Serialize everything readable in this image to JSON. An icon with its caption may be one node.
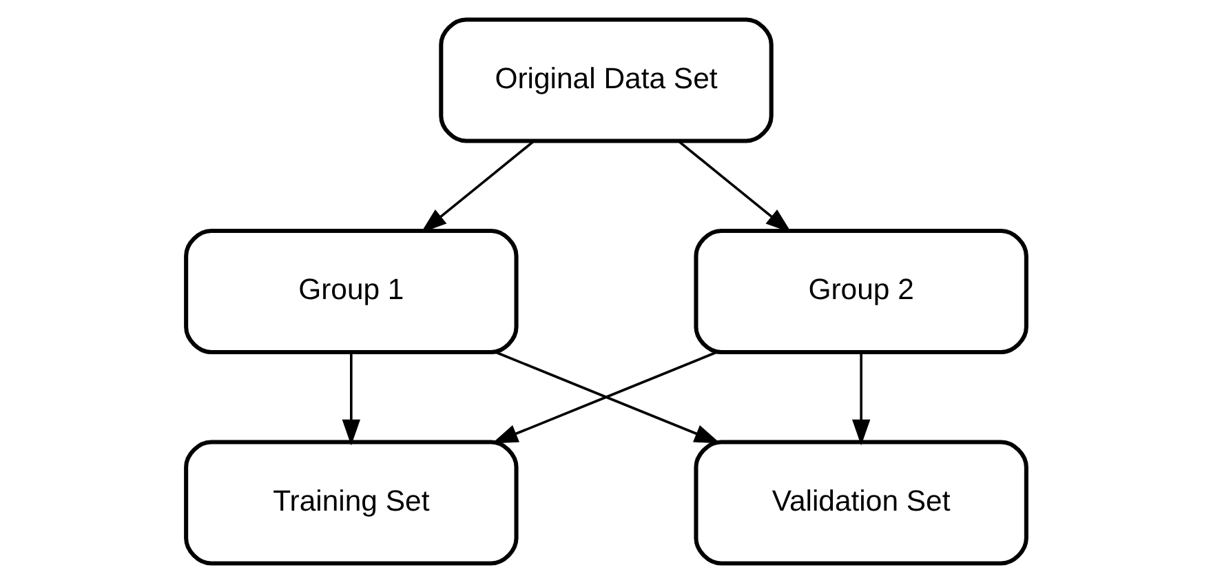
{
  "diagram": {
    "nodes": [
      {
        "text": [
          "Original Data Set"
        ]
      },
      {
        "text": [
          "Group 1"
        ]
      },
      {
        "text": [
          "Group 2"
        ]
      },
      {
        "text": [
          "Training Set"
        ]
      },
      {
        "text": [
          "Validation Set"
        ]
      }
    ],
    "edges": [
      {
        "from": 0,
        "to": 1,
        "arrow": "to"
      },
      {
        "from": 0,
        "to": 2,
        "arrow": "to"
      },
      {
        "from": 1,
        "to": 3,
        "arrow": "to"
      },
      {
        "from": 1,
        "to": 4,
        "arrow": "to"
      },
      {
        "from": 2,
        "to": 3,
        "arrow": "to"
      },
      {
        "from": 2,
        "to": 4,
        "arrow": "to"
      }
    ]
  }
}
